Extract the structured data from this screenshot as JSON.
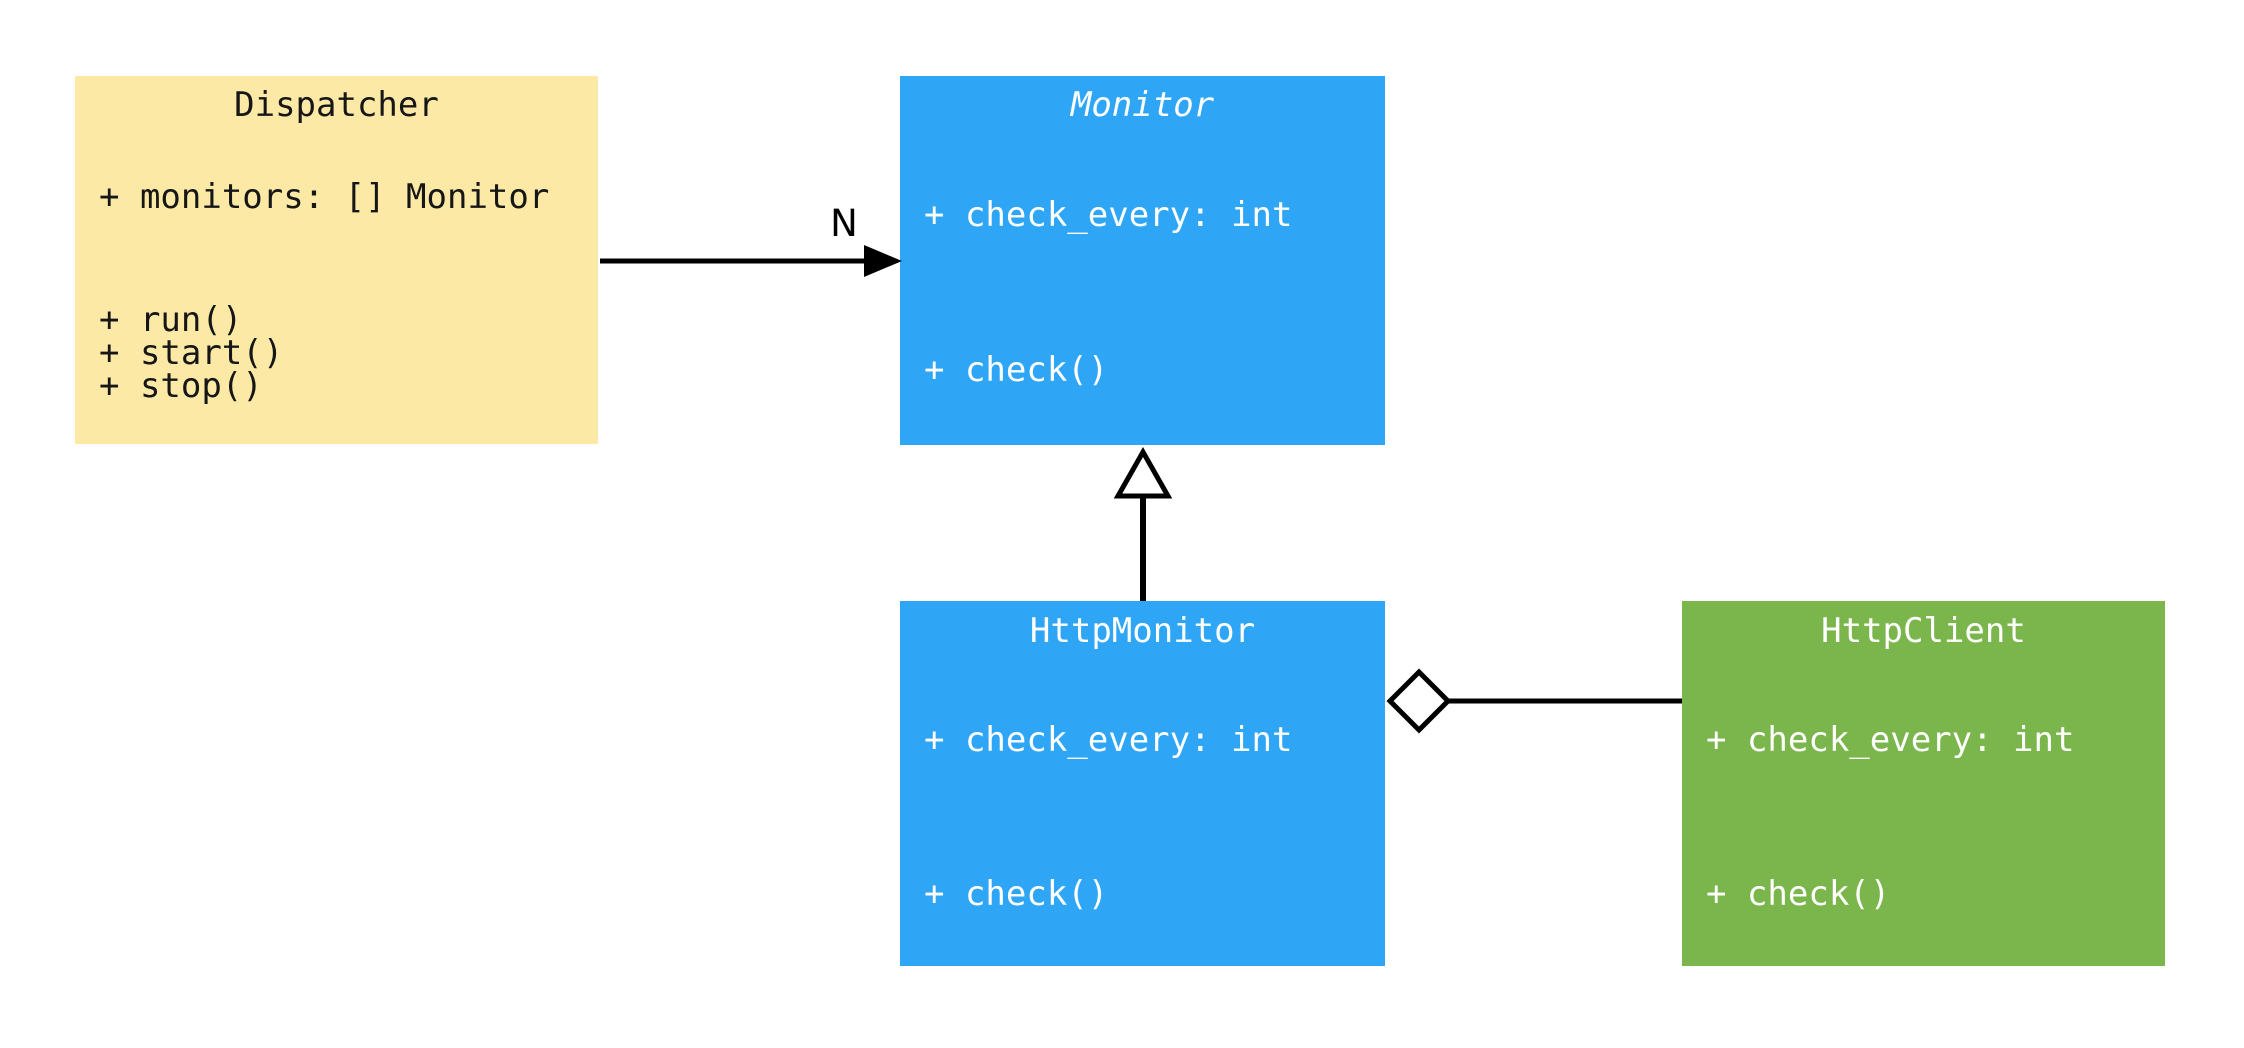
{
  "diagram": {
    "kind": "uml-class-diagram",
    "background_color": "#ffffff",
    "line_color": "#000000",
    "classes": [
      {
        "name": "Dispatcher",
        "abstract": false,
        "fill": "#FBE9A5",
        "text_color": "#161616",
        "attributes": [
          "+ monitors: [] Monitor"
        ],
        "methods": [
          "+ run()",
          "+ start()",
          "+ stop()"
        ]
      },
      {
        "name": "Monitor",
        "abstract": true,
        "fill": "#2FA6F5",
        "text_color": "#ffffff",
        "attributes": [
          "+ check_every: int"
        ],
        "methods": [
          "+ check()"
        ]
      },
      {
        "name": "HttpMonitor",
        "abstract": false,
        "fill": "#2FA6F5",
        "text_color": "#ffffff",
        "attributes": [
          "+ check_every: int"
        ],
        "methods": [
          "+ check()"
        ]
      },
      {
        "name": "HttpClient",
        "abstract": false,
        "fill": "#7AB64C",
        "text_color": "#ffffff",
        "attributes": [
          "+ check_every: int"
        ],
        "methods": [
          "+ check()"
        ]
      }
    ],
    "relationships": [
      {
        "type": "association",
        "from": "Dispatcher",
        "to": "Monitor",
        "label": "N",
        "marker": "filled-arrowhead"
      },
      {
        "type": "inheritance",
        "from": "HttpMonitor",
        "to": "Monitor",
        "marker": "hollow-triangle"
      },
      {
        "type": "aggregation",
        "whole": "HttpMonitor",
        "part": "HttpClient",
        "marker": "hollow-diamond"
      }
    ]
  }
}
